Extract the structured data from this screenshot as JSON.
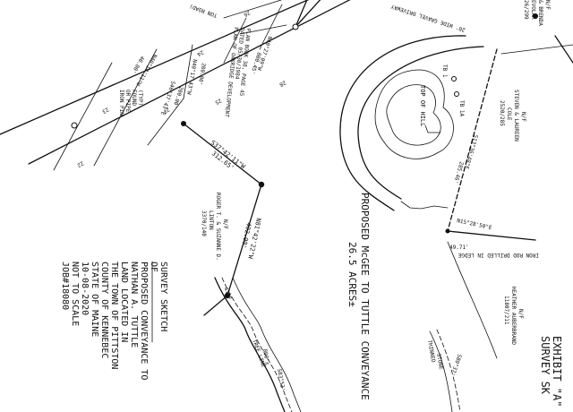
{
  "exhibit": {
    "line1": "EXHIBIT \"A\"",
    "line2": "SURVEY SK"
  },
  "title_block": {
    "lines": [
      "SURVEY SKETCH",
      "OF",
      "PROPOSED CONVEYANCE TO",
      "NATHAN A. TUTTLE",
      "LAND LOCATED IN",
      "THE TOWN OF PITTSTON",
      "COUNTY OF KENNEBEC",
      "STATE OF MAINE",
      "10-08-2020",
      "NOT TO SCALE",
      "JOB#18080"
    ]
  },
  "proposal": {
    "line1": "PROPOSED McGEE TO TUTTLE CONVEYANCE",
    "line2": "26.5 ACRES±"
  },
  "labels": {
    "road": "TON ROAD)",
    "driveway": "20' WIDE GRAVEL DRIVEWAY",
    "top_of_hill": "TOP OF HILL",
    "tb_1a": "TB 1A",
    "tb_1": "TB 1",
    "iron_pin": [
      "IRON PIN",
      "OR PIPE",
      "FOUND",
      "(TYP)"
    ],
    "plan_ref": [
      "PLAN OF OAKRIDGE DEVELOPMENT",
      "DATED 05/30/1984",
      "PLAN BOOK 38, PAGE 45"
    ],
    "owner_roger": [
      "N/F",
      "ROGER T. & SUZANNE D.",
      "LINTON",
      "3370/140"
    ],
    "owner_steven": [
      "N/F",
      "STEVEN & LAUREEN",
      "COLE",
      "2520/285"
    ],
    "owner_brenda": [
      "N/F",
      "& BRENDA",
      "EVOLAR",
      "26/299"
    ],
    "owner_heather": [
      "N/F",
      "HEATHER AUBERBRAND",
      "11807/211"
    ],
    "iron_rebar": "IRON ROD DRILLED IN LEDGE",
    "tree_line": "TREE LINE",
    "thinned": "THINNED",
    "stone": "STONE"
  },
  "bearings": {
    "b1": "N40°14'11\"W",
    "b1d": "40.00'",
    "b2": "S46°37'43\"E",
    "b2d": "200.00'",
    "b3": "N40°17'43\"W",
    "b3d": "200.00'",
    "b4": "N40°27'09\"W",
    "b4d": "800.45'",
    "b5": "S37°42'11\"W",
    "b5d": "312.65'",
    "b6": "N81°42'22\"W",
    "b6d": "402.00'",
    "b7": "S13°36'48\"E",
    "b7d": "285.46'",
    "b8": "N15°28'50\"E",
    "b8d": "49.71'",
    "b9": "S80°37'",
    "b10": "S83°53'",
    "b10d": "800'±",
    "b11": "41'±"
  },
  "lots": [
    "22",
    "23",
    "24",
    "25",
    "26",
    "27",
    "28"
  ]
}
